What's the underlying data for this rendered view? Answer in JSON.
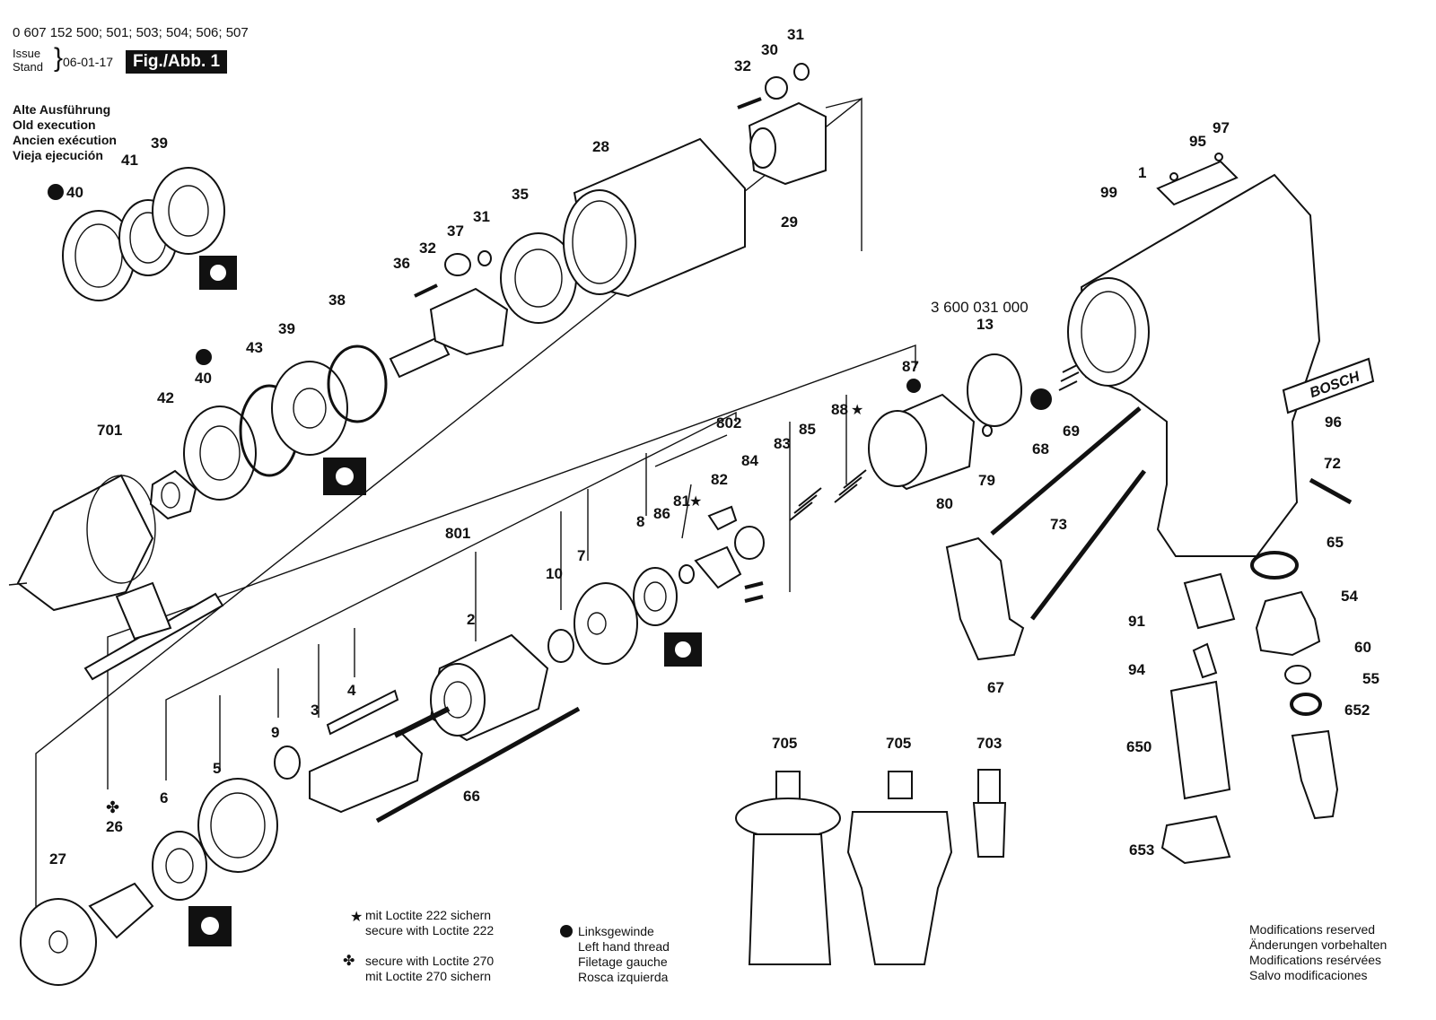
{
  "header": {
    "doc_number": "0 607 152 500; 501; 503; 504; 506; 507",
    "issue_label_1": "Issue",
    "issue_label_2": "Stand",
    "issue_date": "06-01-17",
    "figure_label": "Fig./Abb. 1"
  },
  "old_execution": [
    "Alte Ausführung",
    "Old execution",
    "Ancien exécution",
    "Vieja ejecución"
  ],
  "part_labels": {
    "p1": "1",
    "p2": "2",
    "p3": "3",
    "p4": "4",
    "p5": "5",
    "p6": "6",
    "p7": "7",
    "p8": "8",
    "p9": "9",
    "p10": "10",
    "p13": "13",
    "p26": "26",
    "p27": "27",
    "p28": "28",
    "p29": "29",
    "p30": "30",
    "p31a": "31",
    "p31b": "31",
    "p32a": "32",
    "p32b": "32",
    "p35": "35",
    "p36": "36",
    "p37": "37",
    "p38": "38",
    "p39a": "39",
    "p39b": "39",
    "p40a": "40",
    "p40b": "40",
    "p41": "41",
    "p42": "42",
    "p43": "43",
    "p54": "54",
    "p55": "55",
    "p60": "60",
    "p65": "65",
    "p66": "66",
    "p67": "67",
    "p68": "68",
    "p69": "69",
    "p72": "72",
    "p73": "73",
    "p79": "79",
    "p80": "80",
    "p81": "81",
    "p82": "82",
    "p83": "83",
    "p84": "84",
    "p85": "85",
    "p86": "86",
    "p87": "87",
    "p88": "88",
    "p91": "91",
    "p94": "94",
    "p95": "95",
    "p96": "96",
    "p97": "97",
    "p99": "99",
    "p650": "650",
    "p652": "652",
    "p653": "653",
    "p701": "701",
    "p703": "703",
    "p705a": "705",
    "p705b": "705",
    "p801": "801",
    "p802": "802"
  },
  "part_number_13_ref": "3 600 031 000",
  "brand_plate": "BOSCH",
  "legend": {
    "loctite_222_de": "mit Loctite 222 sichern",
    "loctite_222_en": "secure with Loctite 222",
    "loctite_270_en": "secure with Loctite 270",
    "loctite_270_de": "mit Loctite 270 sichern",
    "left_thread": [
      "Linksgewinde",
      "Left hand thread",
      "Filetage gauche",
      "Rosca izquierda"
    ]
  },
  "modifications": [
    "Modifications reserved",
    "Änderungen vorbehalten",
    "Modifications resérvées",
    "Salvo modificaciones"
  ],
  "symbols": {
    "star": "★",
    "club": "✤",
    "left_thread_icon": "left-thread-icon"
  }
}
